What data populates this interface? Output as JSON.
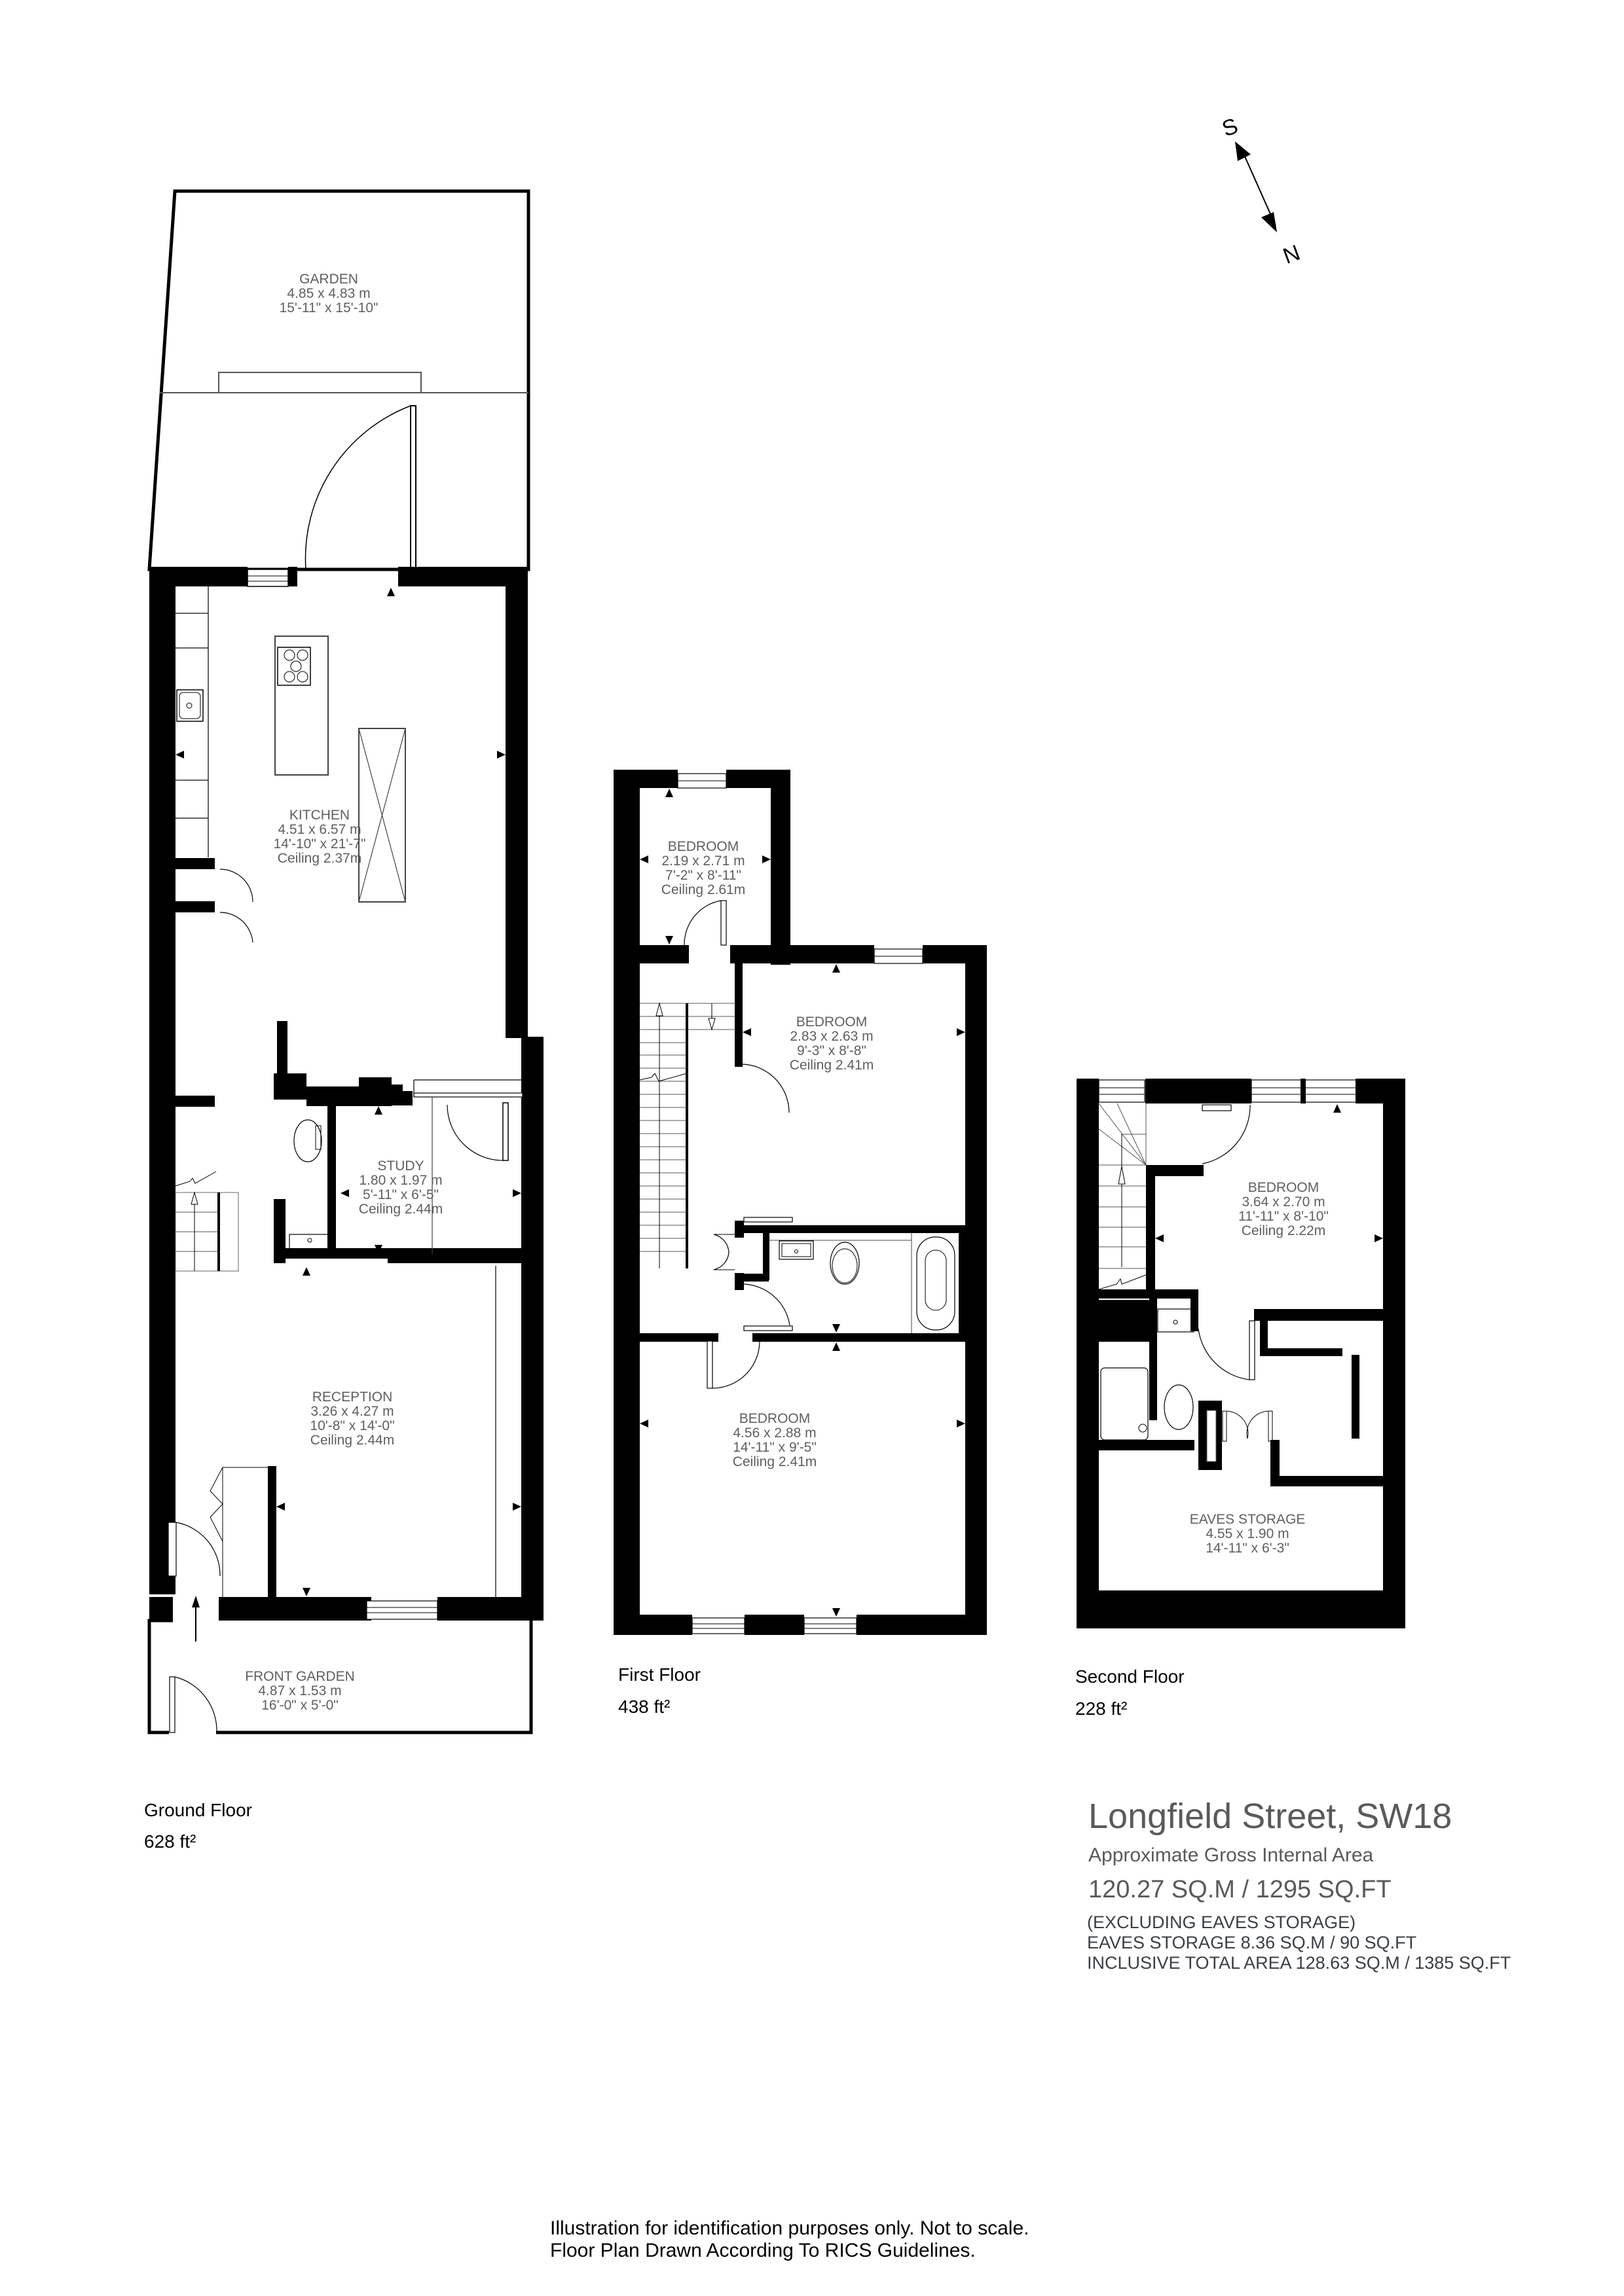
{
  "property": {
    "title": "Longfield Street, SW18",
    "subtitle": "Approximate Gross Internal Area",
    "area": "120.27 SQ.M / 1295 SQ.FT",
    "notes": [
      "(EXCLUDING EAVES STORAGE)",
      "EAVES STORAGE  8.36 SQ.M / 90 SQ.FT",
      "INCLUSIVE TOTAL AREA 128.63 SQ.M / 1385 SQ.FT"
    ]
  },
  "compass": {
    "top": "S",
    "bottom": "N"
  },
  "floors": {
    "ground": {
      "title": "Ground Floor",
      "area": "628 ft²",
      "rooms": {
        "garden": {
          "name": "GARDEN",
          "metric": "4.85 x 4.83 m",
          "imperial": "15'-11\" x 15'-10\""
        },
        "kitchen": {
          "name": "KITCHEN",
          "metric": "4.51 x 6.57 m",
          "imperial": "14'-10\" x 21'-7\"",
          "ceiling": "Ceiling 2.37m"
        },
        "study": {
          "name": "STUDY",
          "metric": "1.80 x 1.97 m",
          "imperial": "5'-11\" x 6'-5\"",
          "ceiling": "Ceiling 2.44m"
        },
        "reception": {
          "name": "RECEPTION",
          "metric": "3.26 x 4.27 m",
          "imperial": "10'-8\" x 14'-0\"",
          "ceiling": "Ceiling 2.44m"
        },
        "front_garden": {
          "name": "FRONT GARDEN",
          "metric": "4.87 x 1.53 m",
          "imperial": "16'-0\" x 5'-0\""
        }
      }
    },
    "first": {
      "title": "First Floor",
      "area": "438 ft²",
      "rooms": {
        "bedroom_rear": {
          "name": "BEDROOM",
          "metric": "2.19 x 2.71 m",
          "imperial": "7'-2\" x 8'-11\"",
          "ceiling": "Ceiling 2.61m"
        },
        "bedroom_middle": {
          "name": "BEDROOM",
          "metric": "2.83 x 2.63 m",
          "imperial": "9'-3\" x 8'-8\"",
          "ceiling": "Ceiling 2.41m"
        },
        "bedroom_front": {
          "name": "BEDROOM",
          "metric": "4.56 x 2.88 m",
          "imperial": "14'-11\" x 9'-5\"",
          "ceiling": "Ceiling 2.41m"
        }
      }
    },
    "second": {
      "title": "Second Floor",
      "area": "228 ft²",
      "rooms": {
        "bedroom": {
          "name": "BEDROOM",
          "metric": "3.64 x 2.70 m",
          "imperial": "11'-11\" x 8'-10\"",
          "ceiling": "Ceiling 2.22m"
        },
        "eaves_storage": {
          "name": "EAVES STORAGE",
          "metric": "4.55 x 1.90 m",
          "imperial": "14'-11\" x 6'-3\""
        }
      }
    }
  },
  "disclaimer": [
    "Illustration for identification purposes only. Not to scale.",
    "Floor Plan Drawn According To RICS Guidelines."
  ]
}
